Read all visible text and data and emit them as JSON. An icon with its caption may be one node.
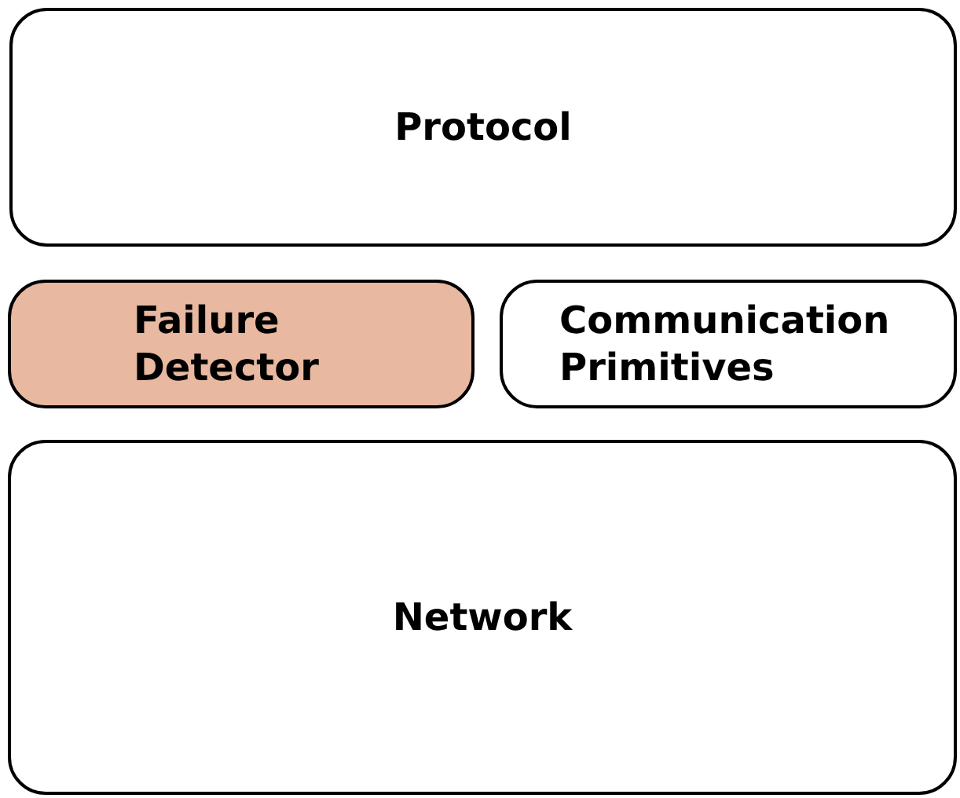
{
  "diagram": {
    "nodes": [
      {
        "text": [
          "Protocol"
        ]
      },
      {
        "text": [
          "Failure Detector"
        ]
      },
      {
        "text": [
          "Communication Primitives"
        ]
      },
      {
        "text": [
          "Network"
        ]
      }
    ]
  }
}
